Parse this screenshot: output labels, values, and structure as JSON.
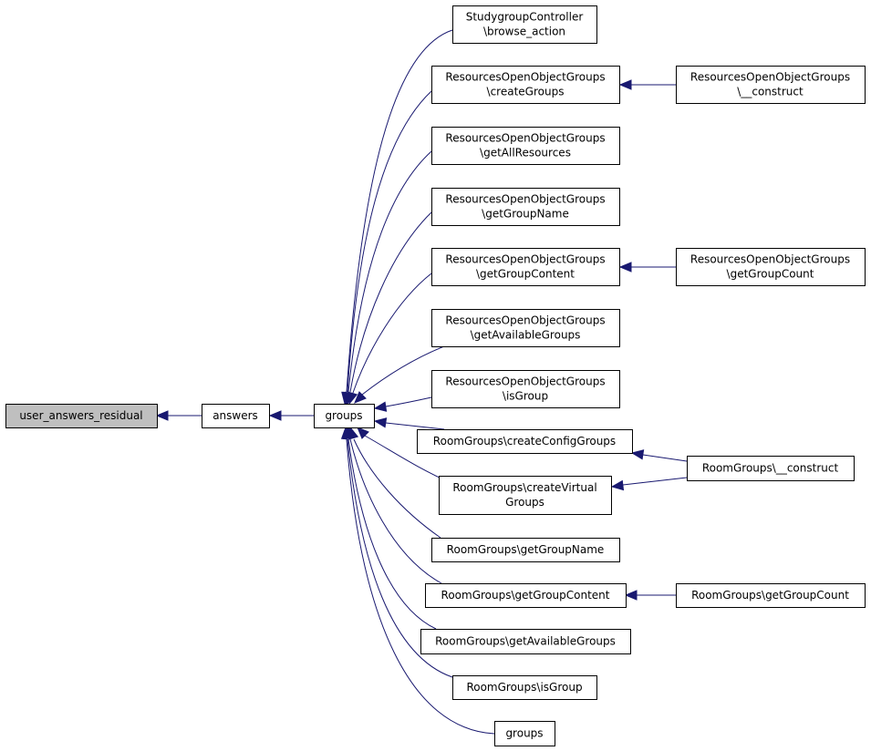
{
  "diagram": {
    "nodes": {
      "user_answers_residual": [
        "user_answers_residual"
      ],
      "answers": [
        "answers"
      ],
      "groups": [
        "groups"
      ],
      "sg_browse": [
        "StudygroupController",
        "\\browse_action"
      ],
      "rog_create": [
        "ResourcesOpenObjectGroups",
        "\\createGroups"
      ],
      "rog_construct": [
        "ResourcesOpenObjectGroups",
        "\\__construct"
      ],
      "rog_allres": [
        "ResourcesOpenObjectGroups",
        "\\getAllResources"
      ],
      "rog_groupname": [
        "ResourcesOpenObjectGroups",
        "\\getGroupName"
      ],
      "rog_groupcontent": [
        "ResourcesOpenObjectGroups",
        "\\getGroupContent"
      ],
      "rog_groupcount": [
        "ResourcesOpenObjectGroups",
        "\\getGroupCount"
      ],
      "rog_available": [
        "ResourcesOpenObjectGroups",
        "\\getAvailableGroups"
      ],
      "rog_isgroup": [
        "ResourcesOpenObjectGroups",
        "\\isGroup"
      ],
      "rg_createconfig": [
        "RoomGroups\\createConfigGroups"
      ],
      "rg_construct": [
        "RoomGroups\\__construct"
      ],
      "rg_createvirtual": [
        "RoomGroups\\createVirtual",
        "Groups"
      ],
      "rg_groupname": [
        "RoomGroups\\getGroupName"
      ],
      "rg_groupcontent": [
        "RoomGroups\\getGroupContent"
      ],
      "rg_groupcount": [
        "RoomGroups\\getGroupCount"
      ],
      "rg_available": [
        "RoomGroups\\getAvailableGroups"
      ],
      "rg_isgroup": [
        "RoomGroups\\isGroup"
      ],
      "groups2": [
        "groups"
      ]
    },
    "edges": [
      {
        "from": "answers",
        "to": "user_answers_residual"
      },
      {
        "from": "groups",
        "to": "answers"
      },
      {
        "from": "sg_browse",
        "to": "groups"
      },
      {
        "from": "rog_create",
        "to": "groups"
      },
      {
        "from": "rog_allres",
        "to": "groups"
      },
      {
        "from": "rog_groupname",
        "to": "groups"
      },
      {
        "from": "rog_groupcontent",
        "to": "groups"
      },
      {
        "from": "rog_available",
        "to": "groups"
      },
      {
        "from": "rog_isgroup",
        "to": "groups"
      },
      {
        "from": "rg_createconfig",
        "to": "groups"
      },
      {
        "from": "rg_createvirtual",
        "to": "groups"
      },
      {
        "from": "rg_groupname",
        "to": "groups"
      },
      {
        "from": "rg_groupcontent",
        "to": "groups"
      },
      {
        "from": "rg_available",
        "to": "groups"
      },
      {
        "from": "rg_isgroup",
        "to": "groups"
      },
      {
        "from": "groups2",
        "to": "groups"
      },
      {
        "from": "rog_construct",
        "to": "rog_create"
      },
      {
        "from": "rog_groupcount",
        "to": "rog_groupcontent"
      },
      {
        "from": "rg_construct",
        "to": "rg_createconfig"
      },
      {
        "from": "rg_construct",
        "to": "rg_createvirtual"
      },
      {
        "from": "rg_groupcount",
        "to": "rg_groupcontent"
      }
    ],
    "colors": {
      "edge": "#191970",
      "root_fill": "#bfbfbf",
      "node_fill": "#ffffff"
    }
  }
}
